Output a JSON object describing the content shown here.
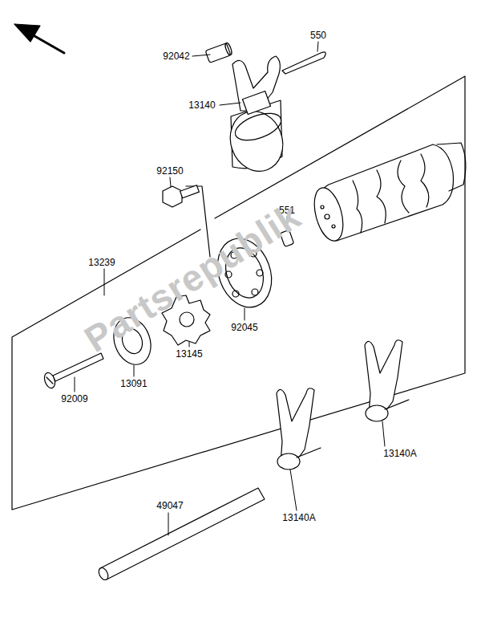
{
  "diagram": {
    "labels": [
      "92042",
      "550",
      "13140",
      "92150",
      "551",
      "13239",
      "92045",
      "13145",
      "13091",
      "92009",
      "13140A",
      "13140A",
      "49047",
      "Partsrepublik"
    ]
  }
}
